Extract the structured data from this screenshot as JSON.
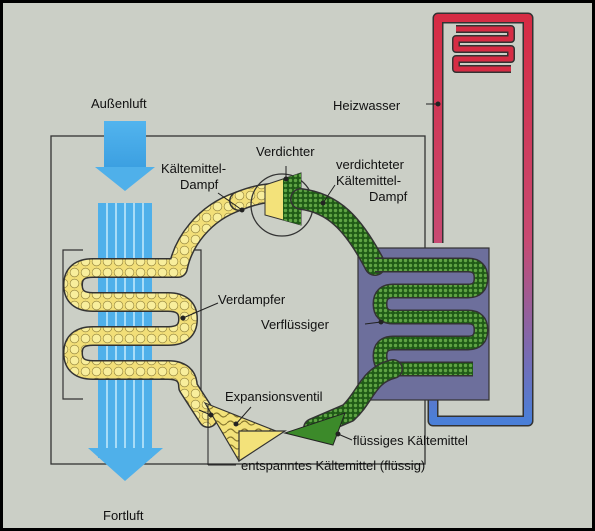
{
  "labels": {
    "aussenluft": "Außenluft",
    "fortluft": "Fortluft",
    "heizwasser": "Heizwasser",
    "verdichter": "Verdichter",
    "kaeltemittel_dampf_1": "Kältemittel-",
    "kaeltemittel_dampf_2": "Dampf",
    "verdichteter_1": "verdichteter",
    "verdichteter_2": "Kältemittel-",
    "verdichteter_3": "Dampf",
    "verdampfer": "Verdampfer",
    "verfluessiger": "Verflüssiger",
    "expansionsventil": "Expansionsventil",
    "fluessiges": "flüssiges Kältemittel",
    "entspanntes": "entspanntes Kältemittel (flüssig)"
  },
  "colors": {
    "background": "#cbcfc6",
    "air_flow": "#4fb0ea",
    "refrigerant_vapor": "#f3e27a",
    "refrigerant_hot": "#2e6e1e",
    "refrigerant_liquid": "#3c8a2a",
    "hot_water": "#d8304a",
    "cold_water": "#4a7fd8",
    "condenser_box": "#6d6f9c"
  }
}
